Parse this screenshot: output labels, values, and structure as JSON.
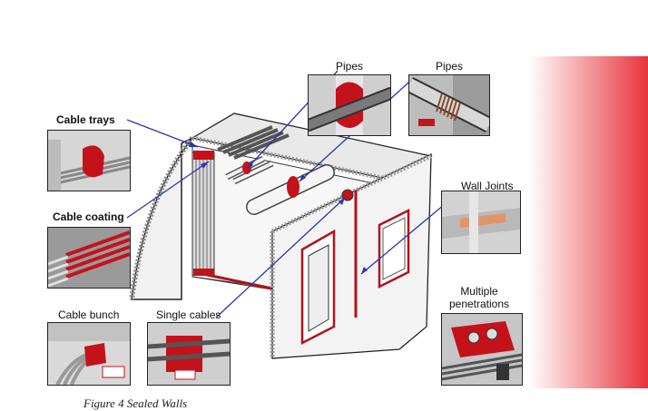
{
  "labels": {
    "pipes_left": "Pipes",
    "pipes_right": "Pipes",
    "cable_trays": "Cable trays",
    "cable_coating": "Cable coating",
    "wall_joints": "Wall Joints",
    "multiple_penetrations": "Multiple penetrations",
    "cable_bunch": "Cable bunch",
    "single_cables": "Single cables"
  },
  "caption": "Figure 4 Sealed Walls"
}
